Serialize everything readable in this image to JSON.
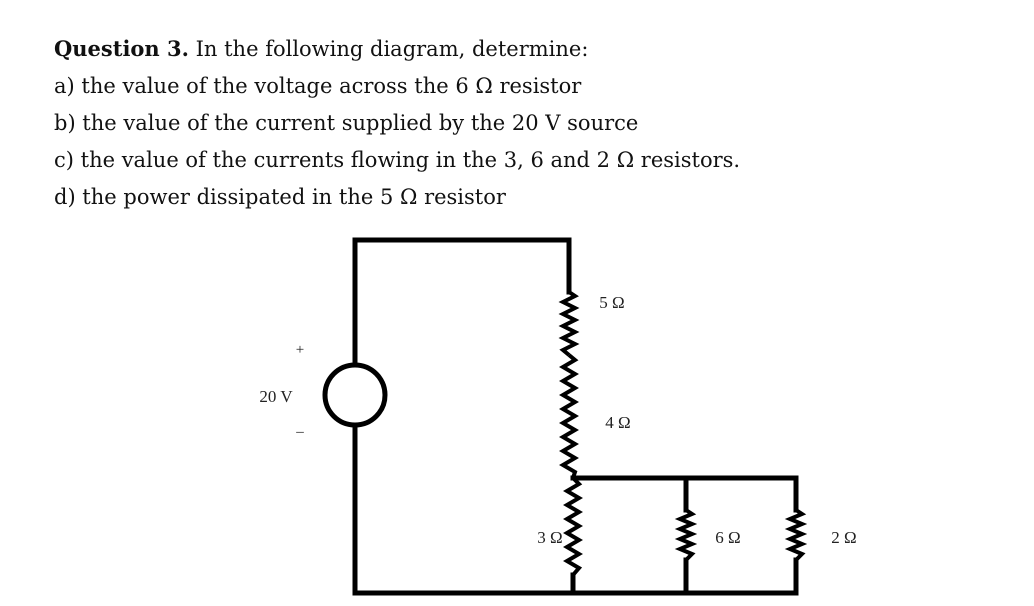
{
  "question": {
    "number_label": "Question 3.",
    "intro": "In the following diagram, determine:",
    "parts": [
      "a) the value of the voltage across the 6 Ω resistor",
      "b) the value of the current supplied by the 20 V source",
      "c) the value of the currents flowing in the 3, 6 and 2 Ω resistors.",
      "d) the power dissipated in the 5 Ω resistor"
    ]
  },
  "circuit": {
    "source_label": "20 V",
    "plus_sign": "+",
    "minus_sign": "–",
    "resistors": {
      "r5": "5 Ω",
      "r4": "4 Ω",
      "r3": "3 Ω",
      "r6": "6 Ω",
      "r2": "2 Ω"
    }
  }
}
